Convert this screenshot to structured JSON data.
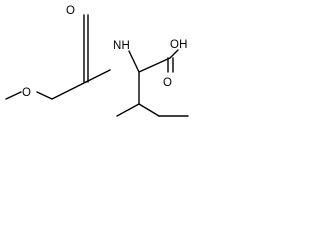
{
  "structure": {
    "atom_labels": {
      "methoxy_o": "O",
      "amide_o": "O",
      "amide_nh": "NH",
      "acid_oh": "OH",
      "acid_o": "O"
    }
  }
}
